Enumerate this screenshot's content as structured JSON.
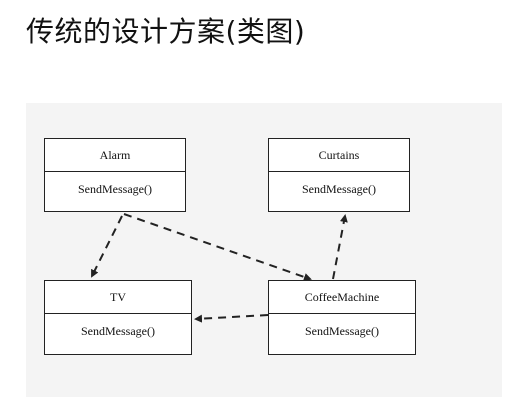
{
  "title": "传统的设计方案(类图)",
  "classes": [
    {
      "name": "Alarm",
      "method": "SendMessage()"
    },
    {
      "name": "Curtains",
      "method": "SendMessage()"
    },
    {
      "name": "TV",
      "method": "SendMessage()"
    },
    {
      "name": "CoffeeMachine",
      "method": "SendMessage()"
    }
  ]
}
